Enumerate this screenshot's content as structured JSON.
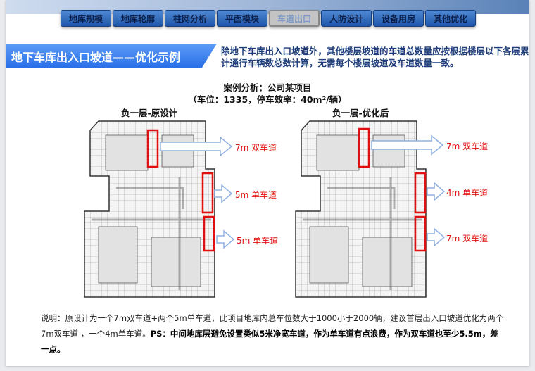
{
  "nav": {
    "tabs": [
      {
        "label": "地库规模"
      },
      {
        "label": "地库轮廓"
      },
      {
        "label": "柱网分析"
      },
      {
        "label": "平面模块"
      },
      {
        "label": "车道出口",
        "active": true
      },
      {
        "label": "人防设计"
      },
      {
        "label": "设备用房"
      },
      {
        "label": "其他优化"
      }
    ]
  },
  "banner": {
    "title": "地下车库出入口坡道——优化示例"
  },
  "intro": "除地下车库出入口坡道外，其他楼层坡道的车道总数量应按根据楼层以下各层累计通行车辆数总数计算，无需每个楼层坡道及车道数量一致。",
  "case": {
    "title": "案例分析：公司某项目",
    "subtitle": "（车位：1335，停车效率：40m²/辆）"
  },
  "plans": [
    {
      "title": "负一层-原设计",
      "labels": [
        "7m 双车道",
        "5m 单车道",
        "5m 单车道"
      ]
    },
    {
      "title": "负一层-优化后",
      "labels": [
        "7m 双车道",
        "4m 单车道",
        "7m 双车道"
      ]
    }
  ],
  "note": {
    "normal": "说明：原设计为一个7m双车道+两个5m单车道，此项目地库内总车位数大于1000小于2000辆，建议首层出入口坡道优化为两个7m双车道 ，一个4m单车道。",
    "bold": "PS：中间地库层避免设置类似5米净宽车道，作为单车道有点浪费，作为双车道也至少5.5m，差一点。"
  },
  "colors": {
    "accent": "#2a6fe8",
    "highlight": "#e01010"
  }
}
